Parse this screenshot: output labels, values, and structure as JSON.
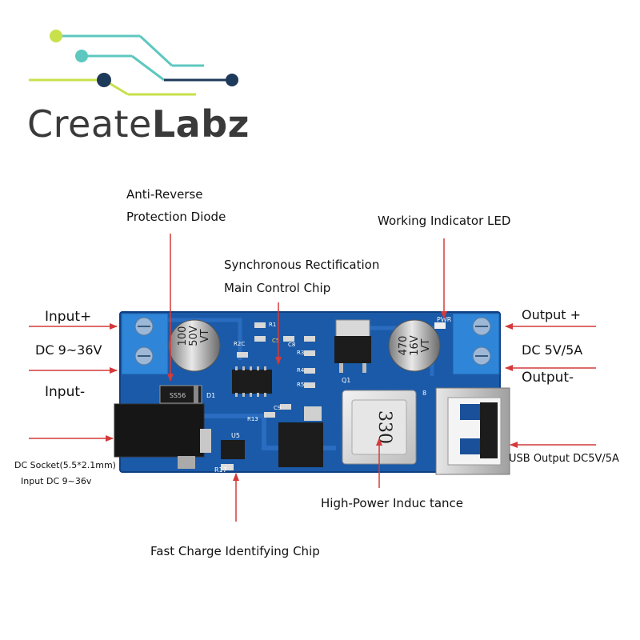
{
  "logo": {
    "brand_light": "Create",
    "brand_bold": "Labz",
    "colors": {
      "text": "#3a3a3a",
      "lime": "#c8e04a",
      "teal": "#5ec8c0",
      "navy": "#1e3a5a"
    }
  },
  "labels": {
    "anti_reverse_1": "Anti-Reverse",
    "anti_reverse_2": "Protection Diode",
    "sync_rect_1": "Synchronous Rectification",
    "sync_rect_2": "Main Control Chip",
    "working_led": "Working Indicator LED",
    "input_plus": "Input+",
    "input_range": "DC 9~36V",
    "input_minus": "Input-",
    "output_plus": "Output +",
    "output_spec": "DC 5V/5A",
    "output_minus": "Output-",
    "dc_socket_1": "DC Socket(5.5*2.1mm)",
    "dc_socket_2": "Input DC 9~36v",
    "usb_output": "USB Output DC5V/5A",
    "inductance": "High-Power Induc tance",
    "fast_charge": "Fast Charge Identifying Chip"
  },
  "board": {
    "cap_left": {
      "line1": "100",
      "line2": "50V",
      "line3": "VT"
    },
    "cap_right": {
      "line1": "470",
      "line2": "16V",
      "line3": "VT"
    },
    "inductor_value": "330",
    "silk": {
      "pwr": "PWR",
      "d1": "D1",
      "u5": "U5",
      "r17": "R17",
      "r1": "R1",
      "r2c": "R2C",
      "c5": "C5",
      "c8": "C8",
      "r3": "R3",
      "r4": "R4",
      "r5": "R5",
      "r13": "R13",
      "c9": "C9",
      "8": "8",
      "q1": "Q1",
      "diode": "SS56"
    },
    "colors": {
      "pcb": "#1a5aa8",
      "pcb_edge": "#0f3f82",
      "terminal": "#2f86d8",
      "silver": "#c8c8c8",
      "arrow": "#d43a3a"
    }
  }
}
